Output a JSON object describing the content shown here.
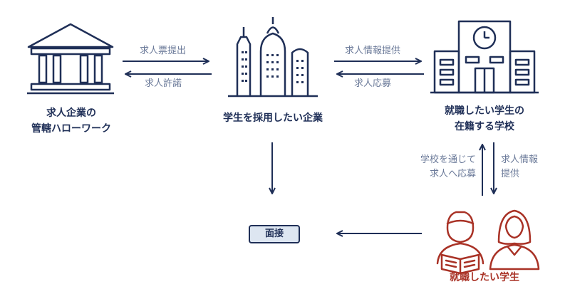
{
  "nodes": {
    "hello_work": {
      "label": "求人企業の\n管轄ハローワーク",
      "icon": "government-building-icon"
    },
    "company": {
      "label": "学生を採用したい企業",
      "icon": "city-skyscrapers-icon"
    },
    "school": {
      "label": "就職したい学生の\n在籍する学校",
      "icon": "school-building-clock-icon"
    },
    "students": {
      "label": "就職したい学生",
      "icon": "students-icon"
    },
    "interview": {
      "label": "面接"
    }
  },
  "arrows": {
    "job_posting": "求人票提出",
    "job_permit": "求人許諾",
    "job_info_to_school": "求人情報提供",
    "job_application": "求人応募",
    "apply_via_school": "学校を通じて\n求人へ応募",
    "job_info_to_student": "求人情報\n提供"
  },
  "colors": {
    "navy": "#1f2f57",
    "red": "#a93226",
    "muted_text": "#6b7a99",
    "box_fill": "#dde6f1"
  }
}
